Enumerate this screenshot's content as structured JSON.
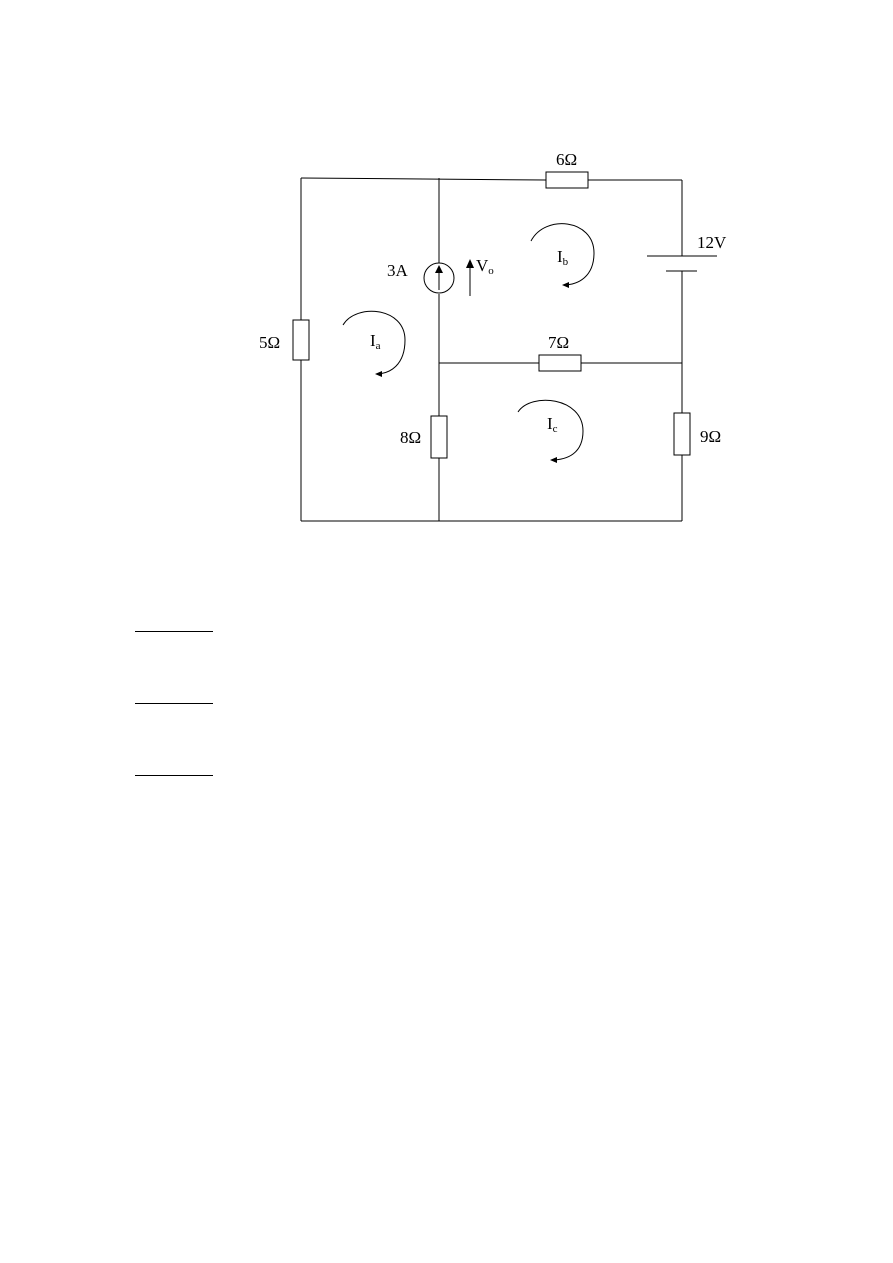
{
  "components": {
    "r_top": "6Ω",
    "battery": "12V",
    "current_source": "3A",
    "voltage_label": "V",
    "voltage_sub": "o",
    "r_left": "5Ω",
    "r_middle": "7Ω",
    "r_center_bottom": "8Ω",
    "r_right": "9Ω"
  },
  "mesh_currents": {
    "a": {
      "main": "I",
      "sub": "a"
    },
    "b": {
      "main": "I",
      "sub": "b"
    },
    "c": {
      "main": "I",
      "sub": "c"
    }
  },
  "answer_blanks": [
    "",
    "",
    ""
  ]
}
